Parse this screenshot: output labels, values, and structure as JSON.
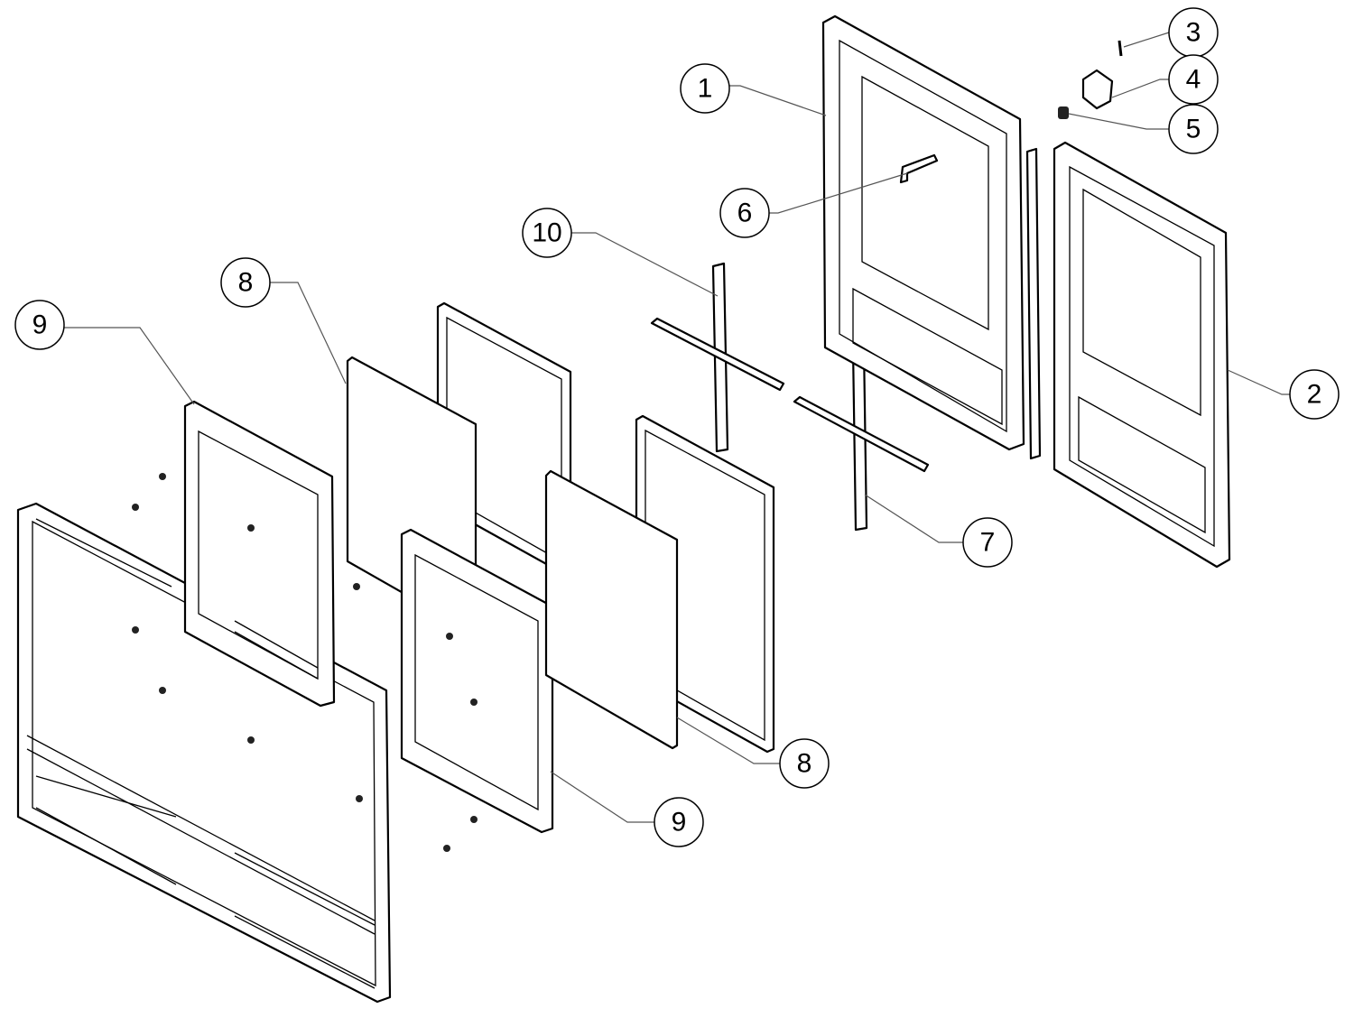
{
  "diagram": {
    "callouts": [
      {
        "id": "c1",
        "label": "1",
        "part": "door-frame-inner"
      },
      {
        "id": "c2",
        "label": "2",
        "part": "door-frame-outer"
      },
      {
        "id": "c3",
        "label": "3",
        "part": "pin"
      },
      {
        "id": "c4",
        "label": "4",
        "part": "latch-block"
      },
      {
        "id": "c5",
        "label": "5",
        "part": "spring"
      },
      {
        "id": "c6",
        "label": "6",
        "part": "handle-shaft"
      },
      {
        "id": "c7",
        "label": "7",
        "part": "cross-bar-rear"
      },
      {
        "id": "c8a",
        "label": "8",
        "part": "glass-pane-left"
      },
      {
        "id": "c8b",
        "label": "8",
        "part": "glass-pane-right"
      },
      {
        "id": "c9a",
        "label": "9",
        "part": "glass-frame-left"
      },
      {
        "id": "c9b",
        "label": "9",
        "part": "glass-frame-right"
      },
      {
        "id": "c10",
        "label": "10",
        "part": "cross-bar-front"
      }
    ]
  }
}
